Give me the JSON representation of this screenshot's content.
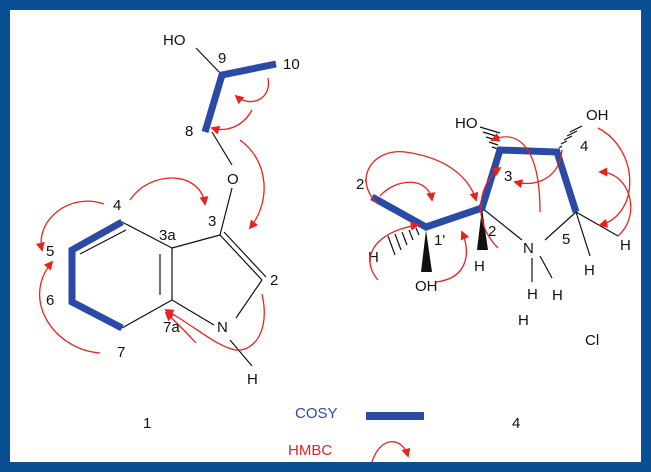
{
  "molecule1": {
    "atoms": {
      "HO": "HO",
      "c9": "9",
      "c10": "10",
      "c8": "8",
      "O": "O",
      "c3": "3",
      "c3a": "3a",
      "c4": "4",
      "c5": "5",
      "c6": "6",
      "c7": "7",
      "c7a": "7a",
      "c2": "2",
      "N": "N",
      "H": "H"
    },
    "caption": "1"
  },
  "molecule4": {
    "atoms": {
      "HO3": "HO",
      "OH4": "OH",
      "c3": "3",
      "c4": "4",
      "c2p": "2'",
      "c1p": "1'",
      "c2": "2",
      "N": "N",
      "c5": "5",
      "H1p": "H",
      "OH1p": "OH",
      "H2": "H",
      "HN1": "H",
      "HN2": "H",
      "H5a": "H",
      "H5b": "H"
    },
    "counterion": "Cl",
    "caption": "4"
  },
  "legend": {
    "cosy_label": "COSY",
    "hmbc_label": "HMBC"
  },
  "colors": {
    "background_frame": "#0a4f94",
    "cosy": "#2a4aa6",
    "hmbc": "#e8231b"
  }
}
